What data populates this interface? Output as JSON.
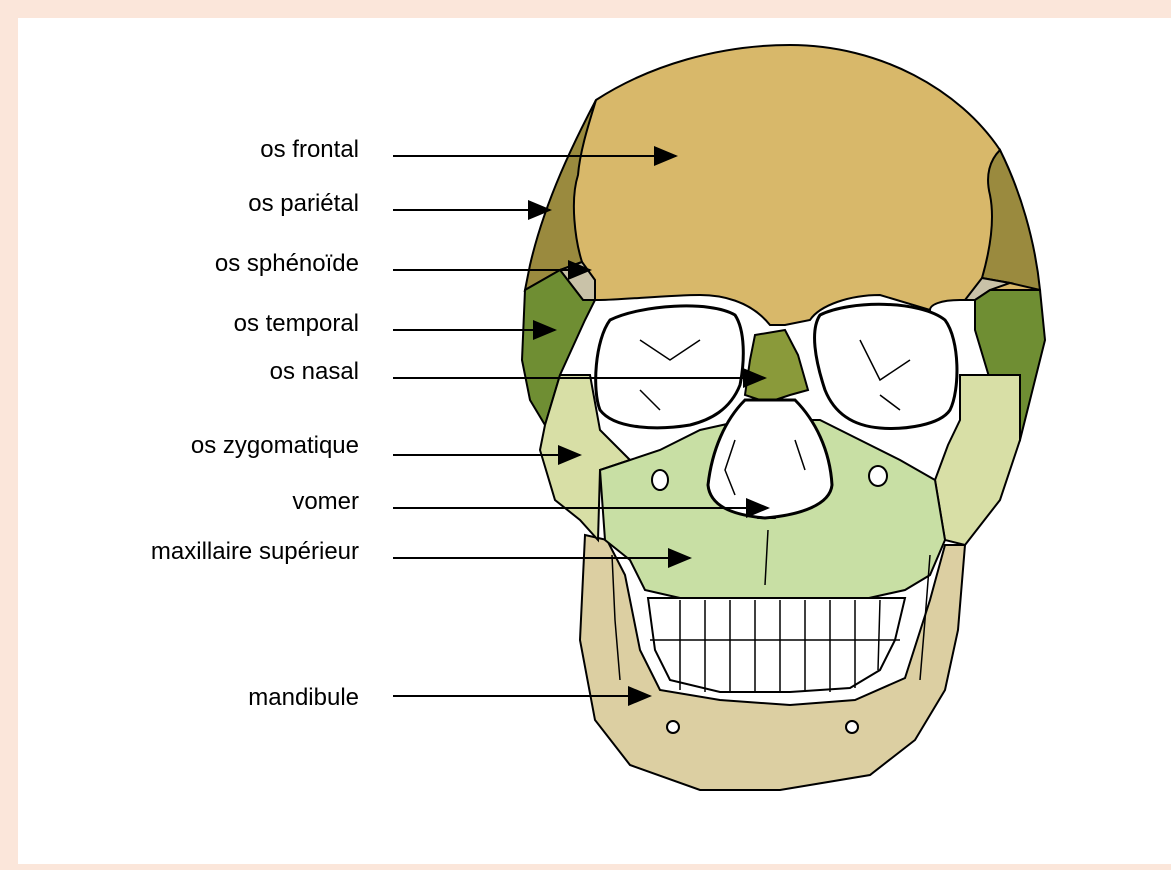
{
  "labels": [
    {
      "key": "frontal",
      "text": "os frontal"
    },
    {
      "key": "parietal",
      "text": "os pariétal"
    },
    {
      "key": "sphenoide",
      "text": "os sphénoïde"
    },
    {
      "key": "temporal",
      "text": "os temporal"
    },
    {
      "key": "nasal",
      "text": "os nasal"
    },
    {
      "key": "zygomatique",
      "text": "os zygomatique"
    },
    {
      "key": "vomer",
      "text": "vomer"
    },
    {
      "key": "maxillaire",
      "text": "maxillaire supérieur"
    },
    {
      "key": "mandibule",
      "text": "mandibule"
    }
  ],
  "colors": {
    "frontal": "#d8b86a",
    "parietal": "#9a8a3e",
    "temporal": "#6f8e33",
    "sphenoide": "#c9c2a8",
    "nasal": "#8a9a3a",
    "zygomatique": "#d8dfa6",
    "maxillaire": "#c8dfa4",
    "vomer": "#e7a487",
    "mandibule": "#dccfa2",
    "teeth": "#ffffff",
    "outline": "#000000",
    "frame_bg": "#fbe6da"
  }
}
